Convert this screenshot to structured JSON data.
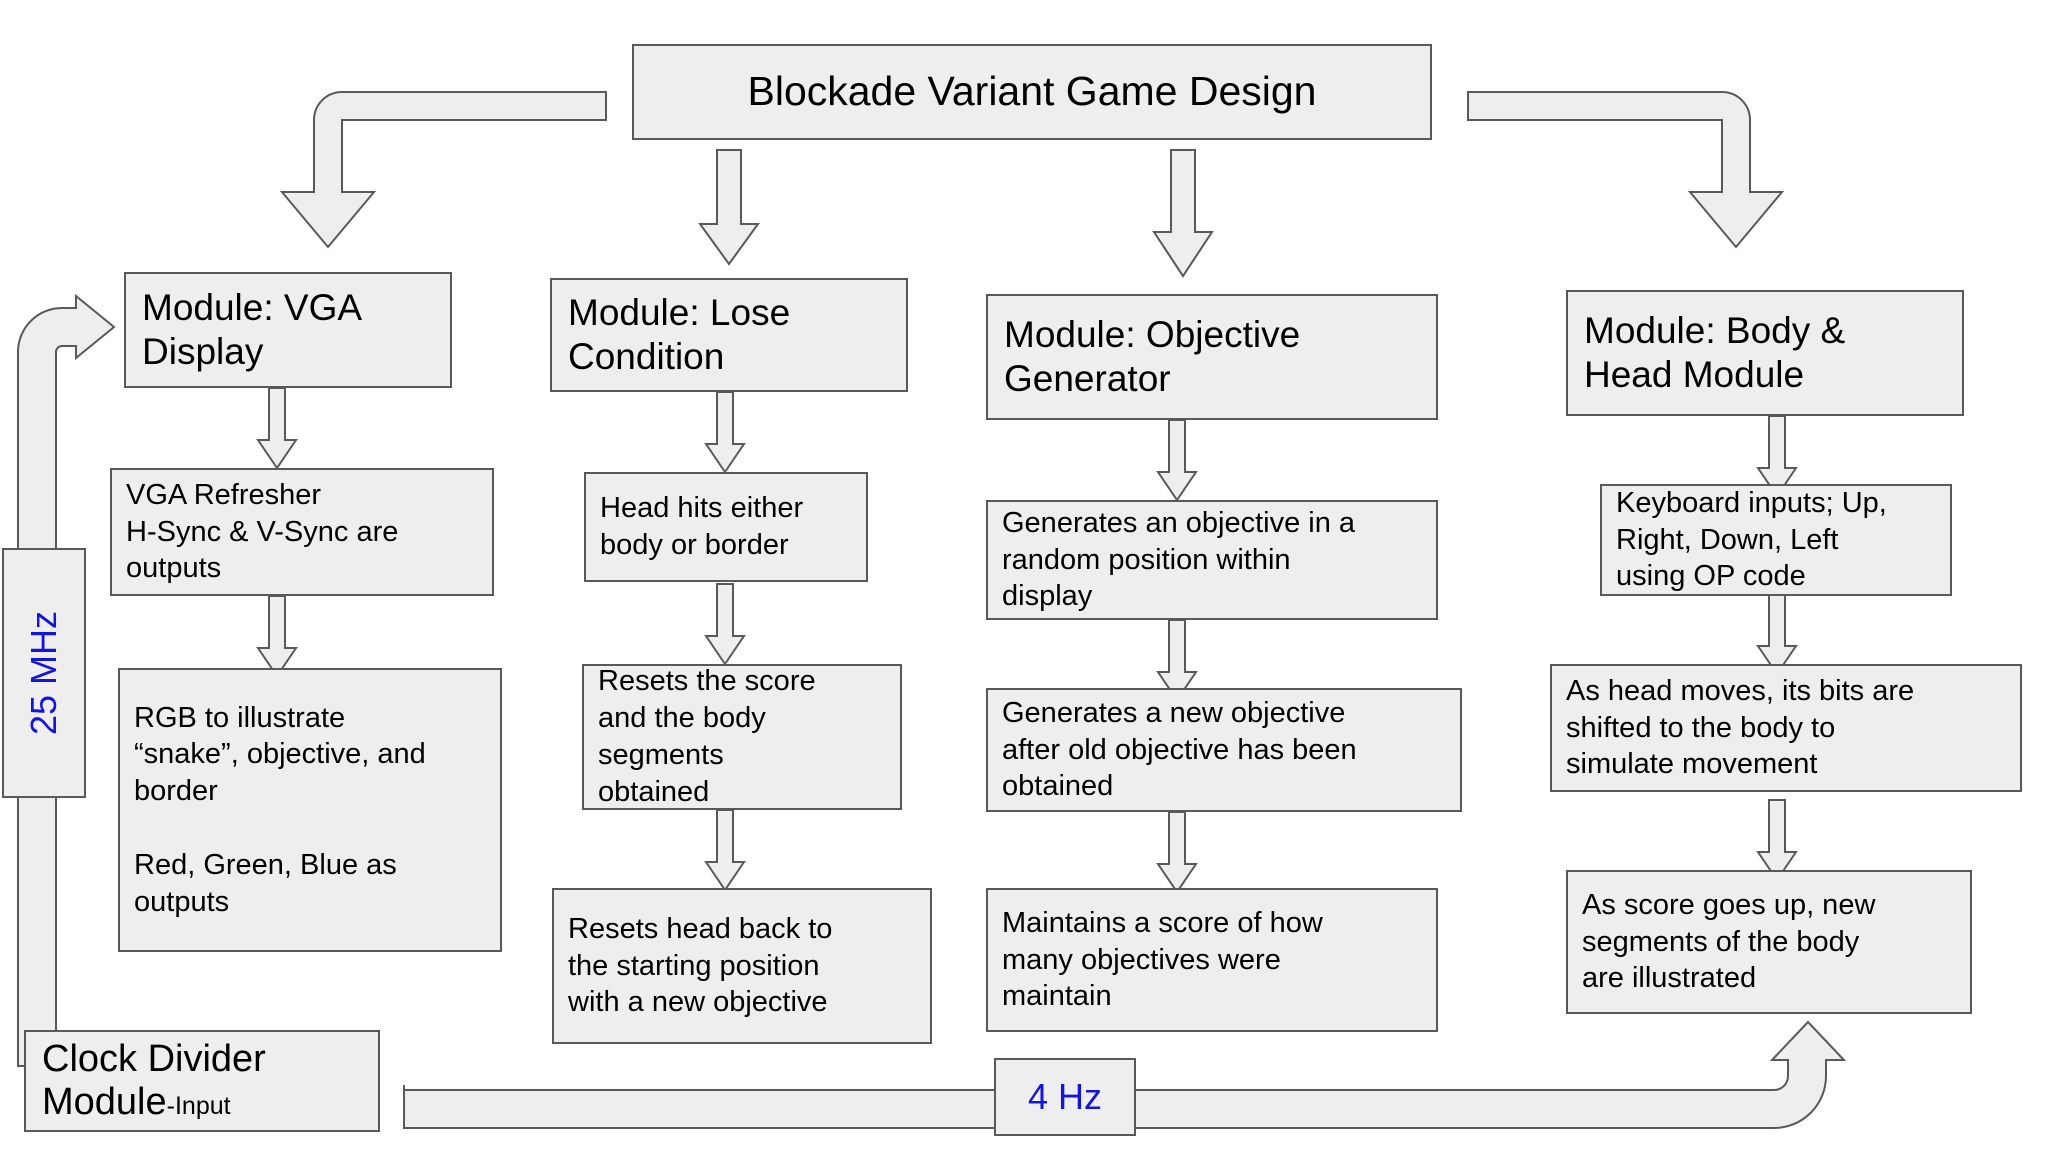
{
  "diagram": {
    "title_box": {
      "label": "Blockade Variant Game Design"
    },
    "columns": [
      {
        "id": "vga",
        "header": "Module: VGA\nDisplay",
        "steps": [
          "VGA Refresher\nH-Sync & V-Sync are\noutputs",
          "RGB to illustrate\n“snake”, objective, and\nborder\n\nRed, Green, Blue as\noutputs"
        ]
      },
      {
        "id": "lose",
        "header": "Module: Lose\nCondition",
        "steps": [
          "Head hits either\nbody or border",
          "Resets the score\nand the body\nsegments\nobtained",
          "Resets head back to\nthe starting position\nwith a new objective"
        ]
      },
      {
        "id": "objective",
        "header": "Module: Objective\nGenerator",
        "steps": [
          "Generates an objective in a\nrandom position within\ndisplay",
          "Generates a new objective\nafter old objective has been\nobtained",
          "Maintains a score of how\nmany objectives were\nmaintain"
        ]
      },
      {
        "id": "body-head",
        "header": "Module: Body &\nHead Module",
        "steps": [
          "Keyboard inputs; Up,\nRight, Down, Left\nusing OP code",
          "As head moves, its bits are\nshifted to the body to\nsimulate movement",
          "As score goes up, new\nsegments of the body\nare illustrated"
        ]
      }
    ],
    "clock_divider": {
      "main_label": "Clock Divider Module",
      "sub_label": "-Input"
    },
    "signals": {
      "clock_25mhz": "25 MHz",
      "clock_4hz": "4 Hz"
    },
    "colors": {
      "shape_fill": "#eeeeee",
      "shape_border": "#595959",
      "signal_text": "#1414dc",
      "body_text": "#000000",
      "page_background": "#ffffff"
    }
  }
}
